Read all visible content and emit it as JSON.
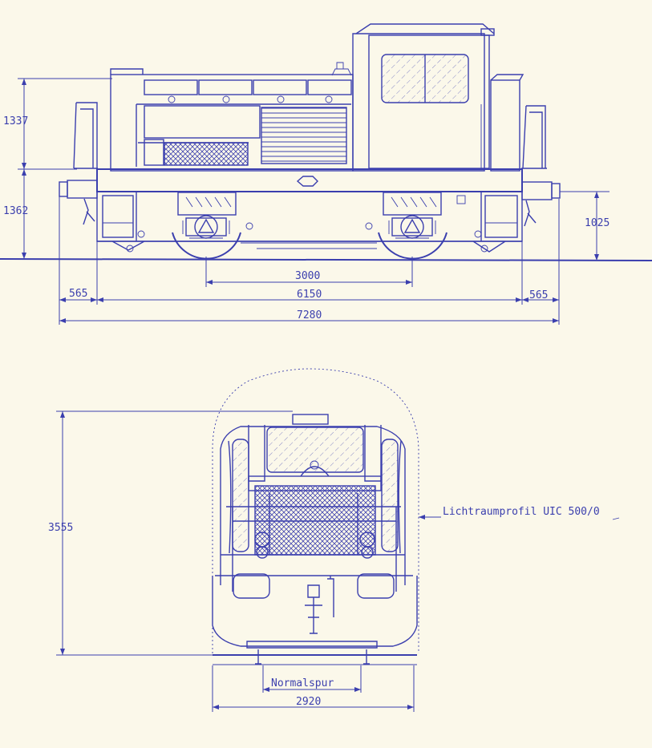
{
  "side_view": {
    "dims_vertical_left": [
      "1337",
      "1362"
    ],
    "dim_buffer_height": "1025",
    "dim_wheelbase": "3000",
    "dim_overhang_left": "565",
    "dim_frame_length": "6150",
    "dim_overhang_right": "565",
    "dim_total_length": "7280"
  },
  "front_view": {
    "dim_height": "3555",
    "profile_label": "Lichtraumprofil UIC 500/0",
    "gauge_label": "Normalspur",
    "dim_width": "2920"
  },
  "colors": {
    "ink": "#3b3fae",
    "paper": "#fbf8ea"
  }
}
